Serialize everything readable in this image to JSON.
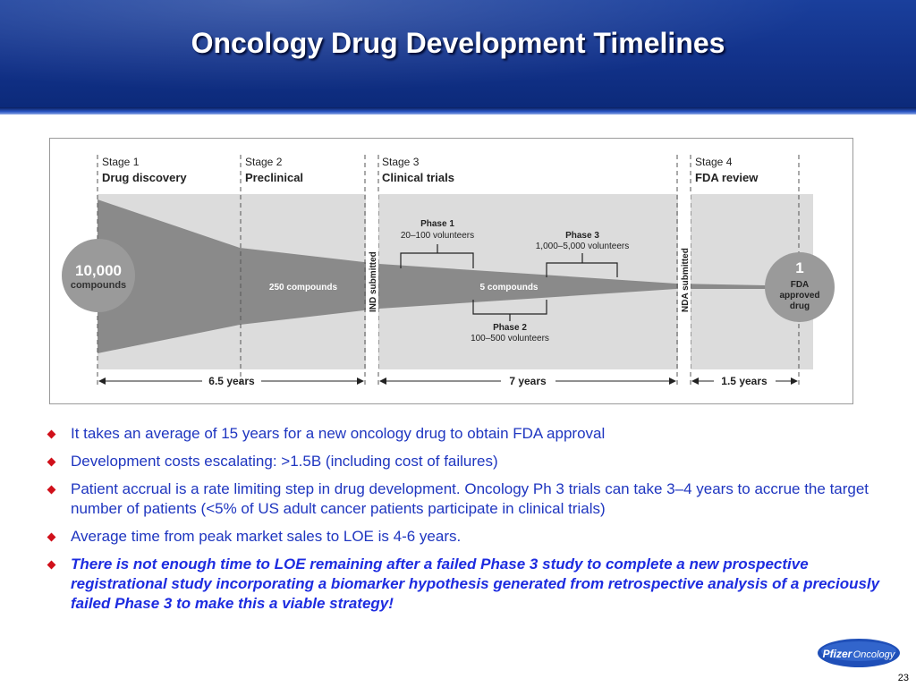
{
  "slide": {
    "title": "Oncology Drug Development Timelines",
    "page_number": "23"
  },
  "figure": {
    "stages": [
      {
        "number": "Stage 1",
        "name": "Drug discovery"
      },
      {
        "number": "Stage 2",
        "name": "Preclinical"
      },
      {
        "number": "Stage 3",
        "name": "Clinical trials"
      },
      {
        "number": "Stage 4",
        "name": "FDA review"
      }
    ],
    "start": {
      "count": "10,000",
      "label": "compounds"
    },
    "preclinical_label": "250 compounds",
    "clinical_label": "5 compounds",
    "end": {
      "count": "1",
      "line1": "FDA",
      "line2": "approved",
      "line3": "drug"
    },
    "milestones": [
      "IND submitted",
      "NDA submitted"
    ],
    "phases": [
      {
        "name": "Phase 1",
        "volunteers": "20–100 volunteers"
      },
      {
        "name": "Phase 2",
        "volunteers": "100–500 volunteers"
      },
      {
        "name": "Phase 3",
        "volunteers": "1,000–5,000 volunteers"
      }
    ],
    "durations": [
      "6.5 years",
      "7 years",
      "1.5 years"
    ]
  },
  "bullets": [
    {
      "text": "It takes an average of 15 years for a new oncology drug to obtain FDA approval",
      "emphasis": false
    },
    {
      "text": "Development costs escalating:  >1.5B (including cost of failures)",
      "emphasis": false
    },
    {
      "text": "Patient accrual is a rate limiting step in drug development. Oncology Ph 3 trials can take 3–4 years to accrue the target number of patients (<5% of US adult cancer patients participate in clinical trials)",
      "emphasis": false
    },
    {
      "text": "Average time from peak market sales to LOE is 4-6 years.",
      "emphasis": false
    },
    {
      "text": "There is not enough time to LOE remaining after a failed Phase 3 study to complete a new prospective registrational study incorporating a biomarker hypothesis generated from retrospective analysis of a preciously failed Phase 3 to make this a viable strategy!",
      "emphasis": true
    }
  ],
  "logo": {
    "brand": "Pfizer",
    "unit": "Oncology"
  },
  "colors": {
    "header": "#12328a",
    "bullet_text": "#1f36c0",
    "bullet_marker": "#d0101a",
    "funnel": "#8a8a8a",
    "panel": "#dcdcdc"
  }
}
